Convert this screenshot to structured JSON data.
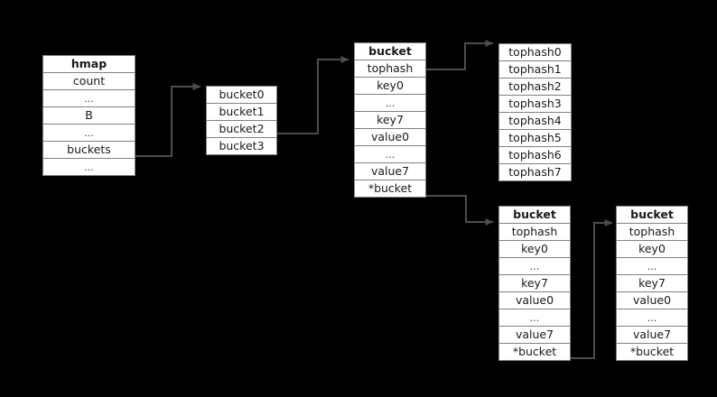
{
  "diagram": {
    "title": "go-map-hmap-bucket-structure",
    "background_color": "#000000",
    "box_fill": "#ffffff",
    "box_border": "#808080",
    "wire_color": "#4d4d4d",
    "text_color": "#1a1a1a"
  },
  "structs": {
    "hmap": {
      "name": "hmap",
      "rows": [
        {
          "label": "hmap",
          "kind": "head"
        },
        {
          "label": "count",
          "kind": "field"
        },
        {
          "label": "...",
          "kind": "ellipsis"
        },
        {
          "label": "B",
          "kind": "field"
        },
        {
          "label": "...",
          "kind": "ellipsis"
        },
        {
          "label": "buckets",
          "kind": "field"
        },
        {
          "label": "...",
          "kind": "ellipsis"
        }
      ]
    },
    "bucket_array": {
      "name": "buckets-array",
      "rows": [
        {
          "label": "bucket0",
          "kind": "field"
        },
        {
          "label": "bucket1",
          "kind": "field"
        },
        {
          "label": "bucket2",
          "kind": "field"
        },
        {
          "label": "bucket3",
          "kind": "field"
        }
      ]
    },
    "bucket_main": {
      "name": "bucket",
      "rows": [
        {
          "label": "bucket",
          "kind": "head"
        },
        {
          "label": "tophash",
          "kind": "field"
        },
        {
          "label": "key0",
          "kind": "field"
        },
        {
          "label": "...",
          "kind": "ellipsis"
        },
        {
          "label": "key7",
          "kind": "field"
        },
        {
          "label": "value0",
          "kind": "field"
        },
        {
          "label": "...",
          "kind": "ellipsis"
        },
        {
          "label": "value7",
          "kind": "field"
        },
        {
          "label": "*bucket",
          "kind": "field"
        }
      ]
    },
    "tophash_array": {
      "name": "tophash-array",
      "rows": [
        {
          "label": "tophash0",
          "kind": "field"
        },
        {
          "label": "tophash1",
          "kind": "field"
        },
        {
          "label": "tophash2",
          "kind": "field"
        },
        {
          "label": "tophash3",
          "kind": "field"
        },
        {
          "label": "tophash4",
          "kind": "field"
        },
        {
          "label": "tophash5",
          "kind": "field"
        },
        {
          "label": "tophash6",
          "kind": "field"
        },
        {
          "label": "tophash7",
          "kind": "field"
        }
      ]
    },
    "bucket_overflow1": {
      "name": "bucket",
      "rows": [
        {
          "label": "bucket",
          "kind": "head"
        },
        {
          "label": "tophash",
          "kind": "field"
        },
        {
          "label": "key0",
          "kind": "field"
        },
        {
          "label": "...",
          "kind": "ellipsis"
        },
        {
          "label": "key7",
          "kind": "field"
        },
        {
          "label": "value0",
          "kind": "field"
        },
        {
          "label": "...",
          "kind": "ellipsis"
        },
        {
          "label": "value7",
          "kind": "field"
        },
        {
          "label": "*bucket",
          "kind": "field"
        }
      ]
    },
    "bucket_overflow2": {
      "name": "bucket",
      "rows": [
        {
          "label": "bucket",
          "kind": "head"
        },
        {
          "label": "tophash",
          "kind": "field"
        },
        {
          "label": "key0",
          "kind": "field"
        },
        {
          "label": "...",
          "kind": "ellipsis"
        },
        {
          "label": "key7",
          "kind": "field"
        },
        {
          "label": "value0",
          "kind": "field"
        },
        {
          "label": "...",
          "kind": "ellipsis"
        },
        {
          "label": "value7",
          "kind": "field"
        },
        {
          "label": "*bucket",
          "kind": "field"
        }
      ]
    }
  },
  "connections": [
    {
      "name": "hmap-buckets-to-bucket-array",
      "from": "hmap.buckets",
      "to": "bucket_array.bucket0"
    },
    {
      "name": "bucket2-to-bucket-main",
      "from": "bucket_array.bucket2",
      "to": "bucket_main.header"
    },
    {
      "name": "tophash-to-tophash-array",
      "from": "bucket_main.tophash",
      "to": "tophash_array.tophash0"
    },
    {
      "name": "bucketptr-to-overflow1",
      "from": "bucket_main.*bucket",
      "to": "bucket_overflow1.header"
    },
    {
      "name": "overflow1-ptr-to-overflow2",
      "from": "bucket_overflow1.*bucket",
      "to": "bucket_overflow2.header"
    }
  ]
}
